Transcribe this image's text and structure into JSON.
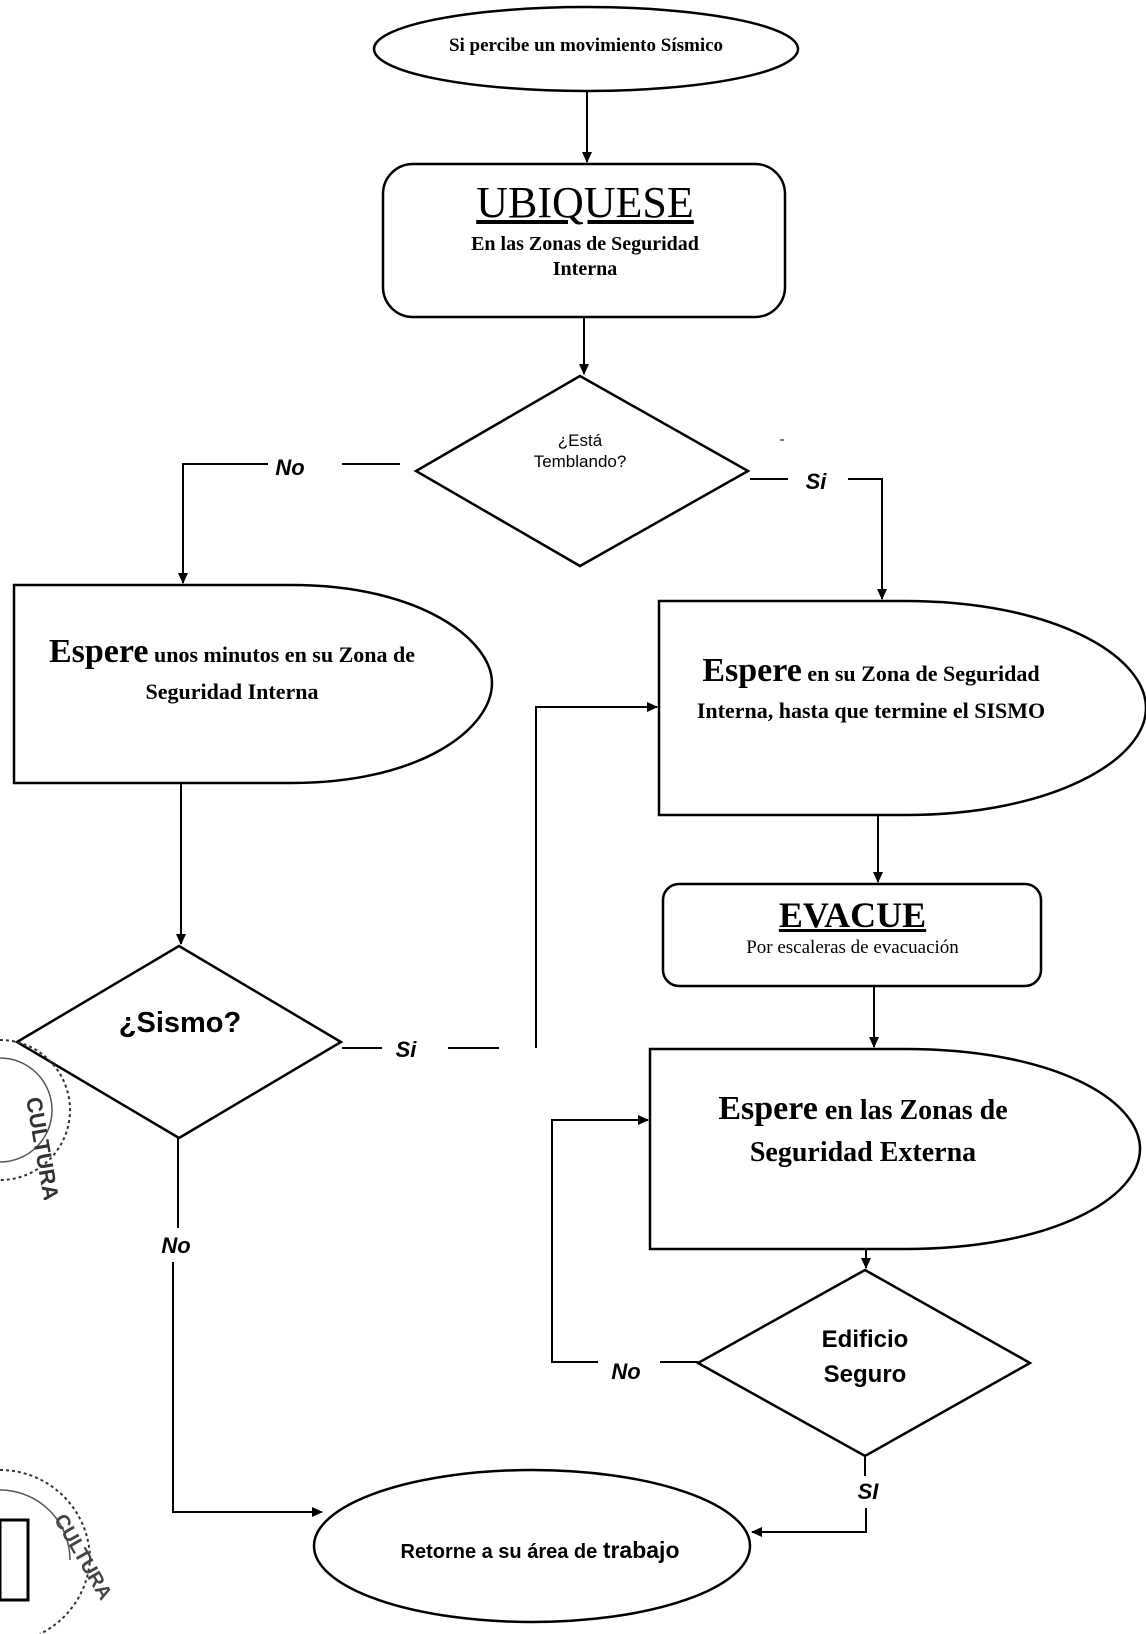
{
  "nodes": {
    "start": {
      "text": "Si percibe un movimiento Sísmico"
    },
    "ubiquese": {
      "title": "UBIQUESE",
      "subtitle": "En las Zonas de Seguridad Interna"
    },
    "decision_temblando": {
      "text": "¿Está Temblando?"
    },
    "espere_minutos": {
      "emph": "Espere",
      "text": "unos minutos en su Zona de Seguridad Interna"
    },
    "espere_sismo": {
      "emph": "Espere",
      "text": "en su Zona de Seguridad Interna, hasta que termine el SISMO"
    },
    "evacue": {
      "title": "EVACUE",
      "subtitle": "Por escaleras de evacuación"
    },
    "decision_sismo": {
      "text": "¿Sismo?"
    },
    "espere_externa": {
      "emph": "Espere",
      "text": "en las Zonas de Seguridad Externa"
    },
    "decision_edificio": {
      "text": "Edificio Seguro"
    },
    "retorne": {
      "text": "Retorne a su área de",
      "emph": "trabajo"
    }
  },
  "edge_labels": {
    "temblando_no": "No",
    "temblando_si": "Si",
    "sismo_si": "Si",
    "sismo_no": "No",
    "edificio_no": "No",
    "edificio_si": "SI"
  },
  "stamps": {
    "stamp_top": "CULTURA",
    "stamp_bottom": "CULTURA"
  }
}
